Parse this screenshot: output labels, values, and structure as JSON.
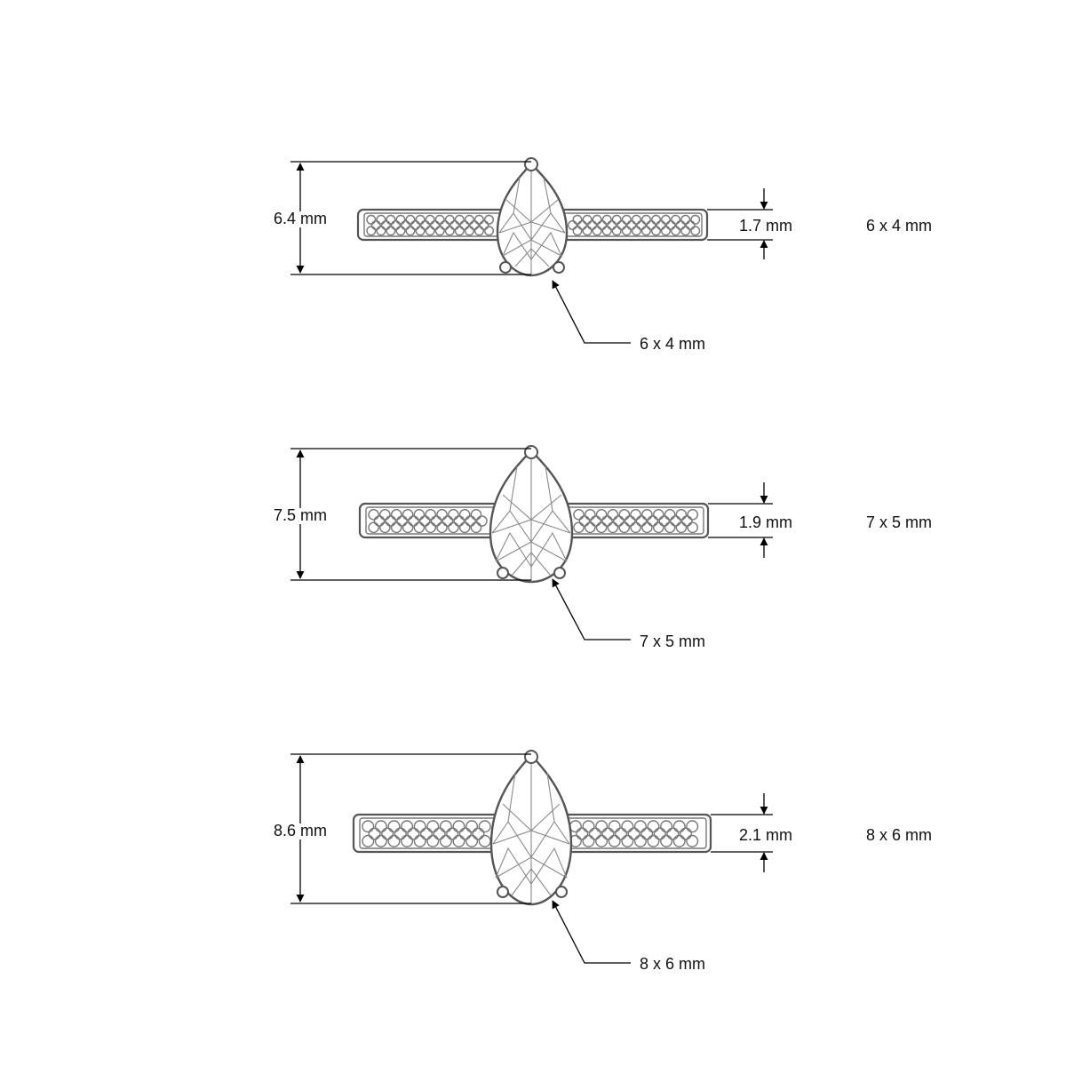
{
  "rings": [
    {
      "height_label": "6.4 mm",
      "band_width_label": "1.7 mm",
      "stone_callout": "6 x 4 mm",
      "size_label": "6 x 4 mm"
    },
    {
      "height_label": "7.5 mm",
      "band_width_label": "1.9 mm",
      "stone_callout": "7 x 5 mm",
      "size_label": "7 x 5 mm"
    },
    {
      "height_label": "8.6 mm",
      "band_width_label": "2.1 mm",
      "stone_callout": "8 x 6 mm",
      "size_label": "8 x 6 mm"
    }
  ]
}
